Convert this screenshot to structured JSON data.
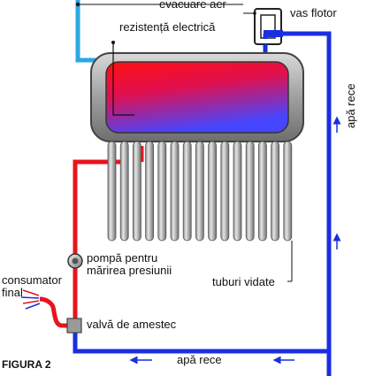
{
  "labels": {
    "evacuare_aer": "evacuare aer",
    "vas_flotor": "vas flotor",
    "rezistenta": "rezistență electrică",
    "apa_rece_vertical": "apă rece",
    "pompa_line1": "pompă pentru",
    "pompa_line2": "mărirea presiunii",
    "consumator_line1": "consumator",
    "consumator_line2": "final",
    "valva": "valvă de amestec",
    "tuburi": "tuburi vidate",
    "apa_rece_bottom": "apă rece",
    "figura": "FIGURA 2"
  },
  "colors": {
    "cold_water": "#1a2fe0",
    "hot_water": "#e8141c",
    "vent_pipe": "#2aa8e0",
    "tank_shell": "#a9a9a9",
    "tank_hot": "#ff1a1a",
    "tank_cold": "#3a3aff",
    "tube": "#b9b9b9"
  },
  "tube_count": 15
}
